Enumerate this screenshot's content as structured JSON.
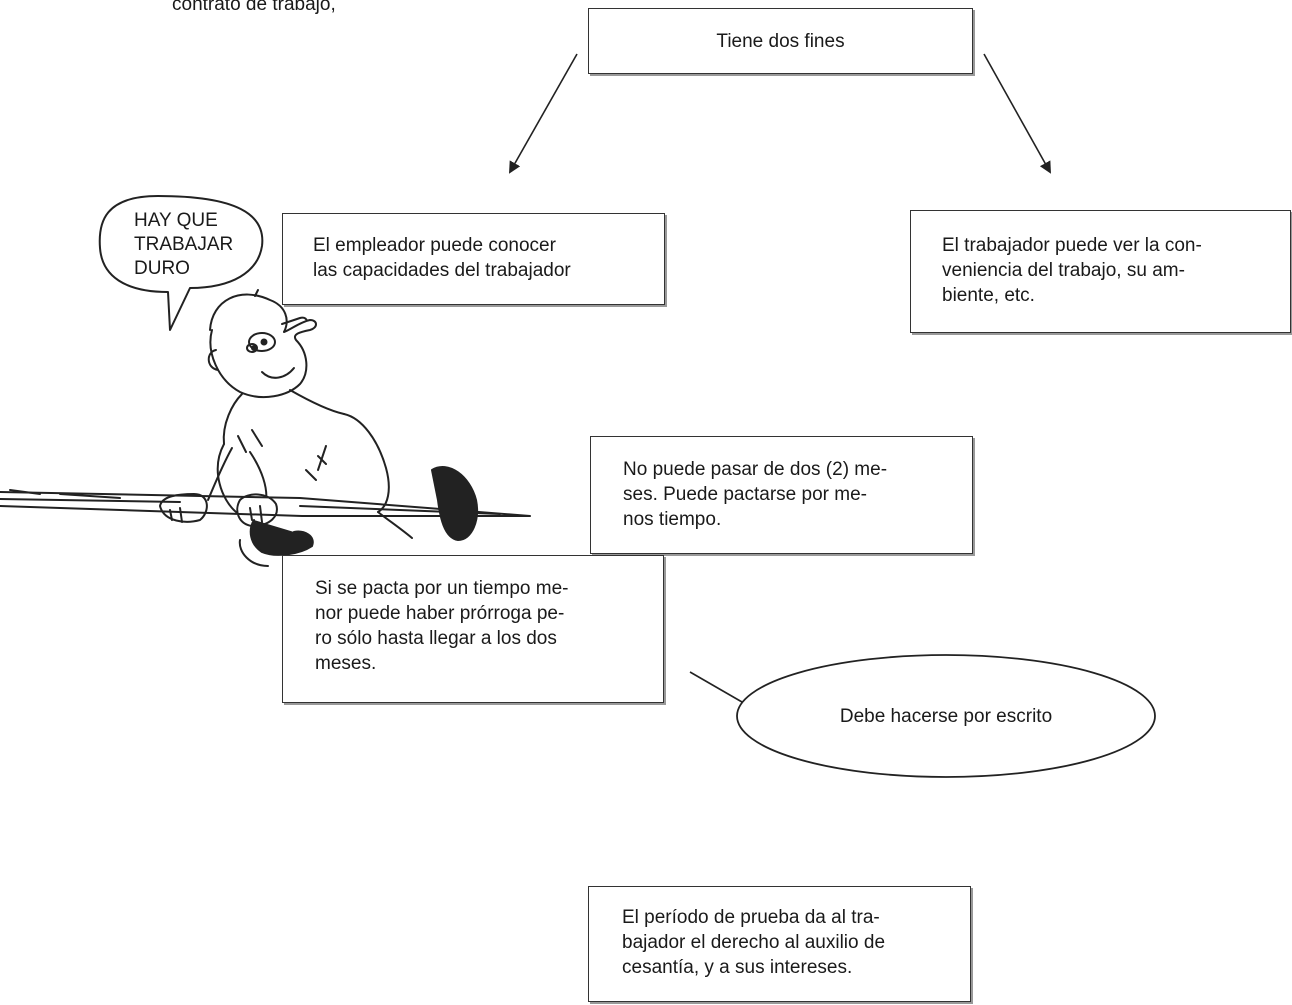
{
  "top_fragment": "contrato de trabajo,",
  "nodes": {
    "fines": "Tiene dos fines",
    "empleador": "El empleador puede conocer\nlas capacidades del trabajador",
    "trabajador": "El trabajador puede ver la con-\nveniencia del trabajo, su am-\nbiente, etc.",
    "duracion": "No puede pasar de dos (2) me-\nses. Puede pactarse por me-\nnos tiempo.",
    "prorroga": "Si se pacta por un tiempo me-\nnor puede haber prórroga pe-\nro sólo hasta llegar a los dos\nmeses.",
    "escrito": "Debe hacerse por escrito",
    "cesantia": "El período de prueba da al tra-\nbajador el derecho al auxilio de\ncesantía, y a sus intereses."
  },
  "speech_bubble": "HAY QUE\nTRABAJAR\nDURO"
}
